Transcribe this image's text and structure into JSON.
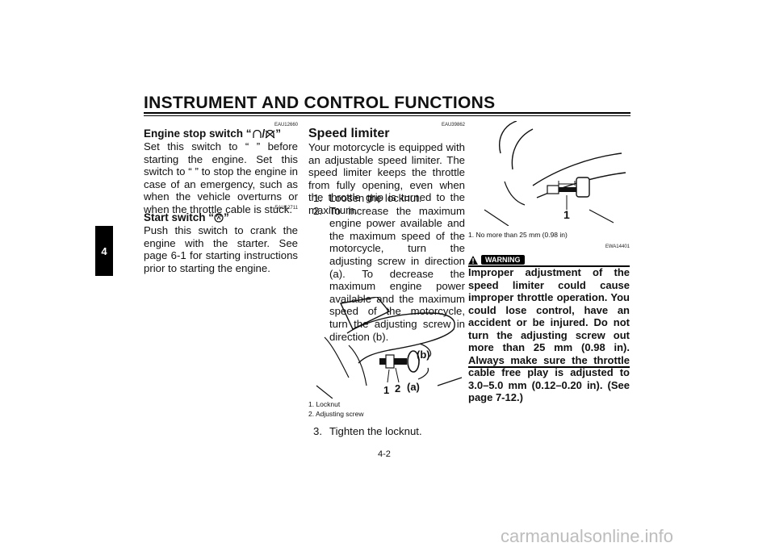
{
  "header": {
    "title": "INSTRUMENT AND CONTROL FUNCTIONS",
    "chapter_tab": "4"
  },
  "col1": {
    "s1": {
      "code": "EAU12660",
      "heading_pre": "Engine stop switch “",
      "heading_slash": "/",
      "heading_post": "”",
      "text": "Set this switch to “ ” before starting the engine. Set this switch to “ ” to stop the engine in case of an emergency, such as when the vehicle overturns or when the throttle cable is stuck."
    },
    "s2": {
      "code": "EAU12711",
      "heading_pre": "Start switch “",
      "heading_post": "”",
      "text": "Push this switch to crank the engine with the starter. See page 6-1 for starting instructions prior to starting the engine."
    }
  },
  "col2": {
    "code": "EAU39862",
    "heading": "Speed limiter",
    "intro": "Your motorcycle is equipped with an adjustable speed limiter. The speed limiter keeps the throttle from fully opening, even when the throttle grip is turned to the maximum.",
    "steps": [
      {
        "n": "1.",
        "t": "Loosen the locknut."
      },
      {
        "n": "2.",
        "t": "To increase the maximum engine power available and the maximum speed of the motorcycle, turn the adjusting screw in direction (a). To decrease the maximum engine power available and the maximum speed of the motorcycle, turn the adjusting screw in direction (b)."
      }
    ],
    "fig_labels": {
      "b": "(b)",
      "a": "(a)",
      "one": "1",
      "two": "2"
    },
    "captions": [
      "1. Locknut",
      "2. Adjusting screw"
    ],
    "step3": {
      "n": "3.",
      "t": "Tighten the locknut."
    }
  },
  "col3": {
    "fig_label": "1",
    "caption": "1. No more than 25 mm (0.98 in)",
    "code": "EWA14401",
    "warning_label": "WARNING",
    "warning_text": "Improper adjustment of the speed limiter could cause improper throttle operation. You could lose control, have an accident or be injured. Do not turn the adjusting screw out more than 25 mm (0.98 in). Always make sure the throttle cable free play is adjusted to 3.0–5.0 mm (0.12–0.20 in). (See page 7-12.)"
  },
  "page_number": "4-2",
  "watermark": "carmanualsonline.info"
}
